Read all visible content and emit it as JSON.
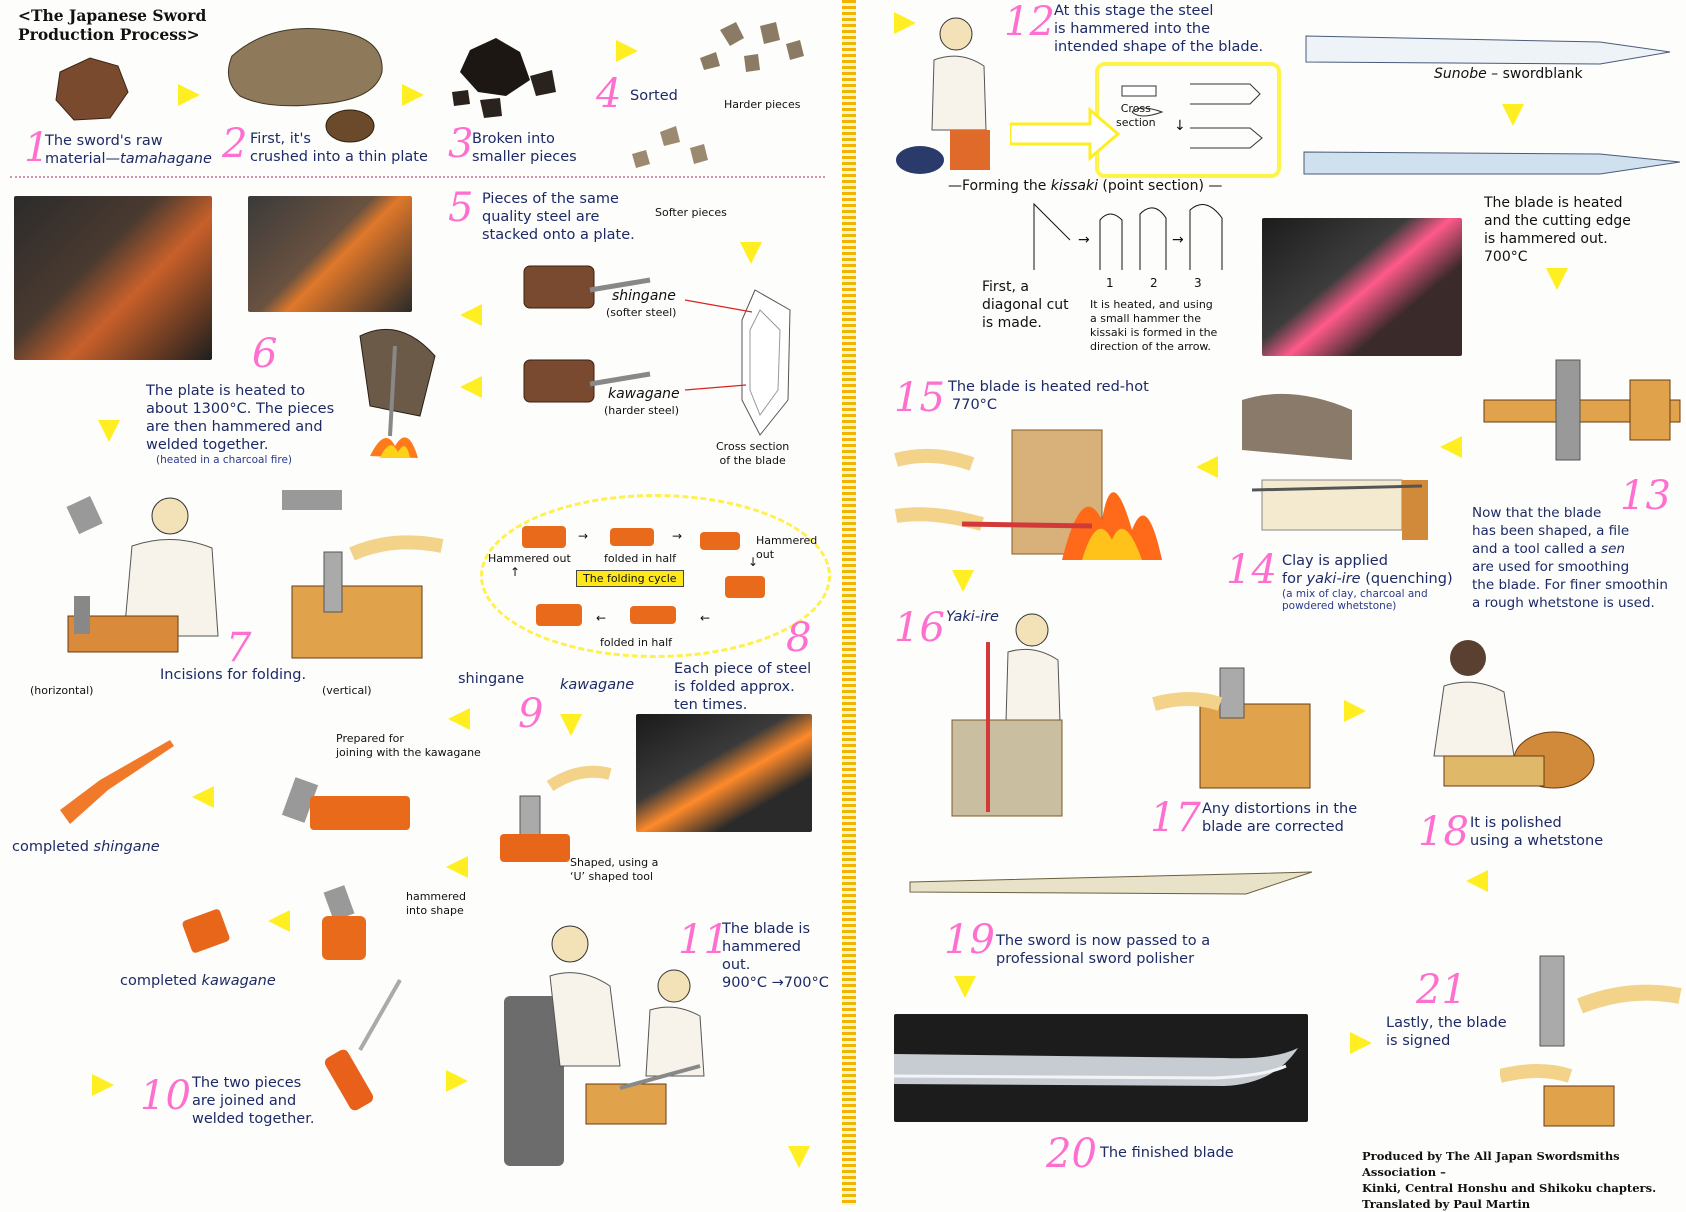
{
  "title": {
    "line1": "<The Japanese Sword",
    "line2": "Production Process>"
  },
  "steps": {
    "s1": {
      "num": "1",
      "text1": "The sword's raw",
      "text2": "material—",
      "text2i": "tamahagane"
    },
    "s2": {
      "num": "2",
      "text1": "First, it's",
      "text2": "crushed into a thin plate"
    },
    "s3": {
      "num": "3",
      "text1": "Broken into",
      "text2": "smaller pieces"
    },
    "s4": {
      "num": "4",
      "text": "Sorted",
      "harder": "Harder pieces",
      "softer": "Softer pieces"
    },
    "s5": {
      "num": "5",
      "l1": "Pieces of the same",
      "l2": "quality steel are",
      "l3": "stacked onto a plate.",
      "shingane": "shingane",
      "shingane_sub": "(softer steel)",
      "kawagane": "kawagane",
      "kawagane_sub": "(harder steel)",
      "cross1": "Cross section",
      "cross2": "of the blade"
    },
    "s6": {
      "num": "6",
      "l1": "The plate is heated to",
      "l2": "about 1300°C. The pieces",
      "l3": "are then hammered and",
      "l4": "welded together.",
      "note": "(heated in a charcoal fire)"
    },
    "s7": {
      "num": "7",
      "text": "Incisions for folding.",
      "horizontal": "(horizontal)",
      "vertical": "(vertical)"
    },
    "s8": {
      "num": "8",
      "l1": "Each piece of steel",
      "l2": "is folded approx.",
      "l3": "ten times.",
      "cycle": "The folding cycle",
      "hammered_out_l": "Hammered out",
      "folded_half_top": "folded in half",
      "hammered_out_r1": "Hammered",
      "hammered_out_r2": "out",
      "folded_half_bot": "folded in half"
    },
    "s9": {
      "num": "9",
      "shingane": "shingane",
      "kawagane": "kawagane",
      "prepared1": "Prepared for",
      "prepared2": "joining with the kawagane",
      "shaped1": "Shaped, using a",
      "shaped2": "‘U’ shaped tool",
      "hammered1": "hammered",
      "hammered2": "into shape",
      "completed_shingane_a": "completed ",
      "completed_shingane_b": "shingane",
      "completed_kawagane_a": "completed ",
      "completed_kawagane_b": "kawagane"
    },
    "s10": {
      "num": "10",
      "l1": "The two pieces",
      "l2": "are joined and",
      "l3": "welded together."
    },
    "s11": {
      "num": "11",
      "l1": "The blade is",
      "l2": "hammered",
      "l3": "out.",
      "l4": "900°C →700°C"
    },
    "s12": {
      "num": "12",
      "l1": "At this stage the steel",
      "l2": "is hammered into the",
      "l3": "intended shape of the blade.",
      "cross1": "Cross",
      "cross2": "section",
      "kissaki_a": "—Forming the ",
      "kissaki_b": "kissaki",
      "kissaki_c": " (point section) —",
      "sunobe_a": "Sunobe",
      "sunobe_b": " – swordblank",
      "diag1": "First, a",
      "diag2": "diagonal cut",
      "diag3": "is made.",
      "k1": "It is heated, and using",
      "k2": "a small hammer the",
      "k3": "kissaki is formed in the",
      "k4": "direction of the arrow.",
      "n1": "1",
      "n2": "2",
      "n3": "3",
      "heated1": "The blade is heated",
      "heated2": "and the cutting edge",
      "heated3": "is hammered out.",
      "heated4": "700°C"
    },
    "s13": {
      "num": "13",
      "l1": "Now that the blade",
      "l2": "has been shaped, a file",
      "l3a": "and a tool called a ",
      "l3b": "sen",
      "l4": "are used for smoothing",
      "l5": "the blade. For finer smoothin",
      "l6": "a rough whetstone is used."
    },
    "s14": {
      "num": "14",
      "l1": "Clay is applied",
      "l2a": "for ",
      "l2b": "yaki-ire",
      "l2c": " (quenching)",
      "n1": "(a mix of clay, charcoal and",
      "n2": "powdered whetstone)"
    },
    "s15": {
      "num": "15",
      "l1": "The blade is heated red-hot",
      "l2": "770°C"
    },
    "s16": {
      "num": "16",
      "text": "Yaki-ire"
    },
    "s17": {
      "num": "17",
      "l1": "Any distortions in the",
      "l2": "blade are corrected"
    },
    "s18": {
      "num": "18",
      "l1": "It is polished",
      "l2": "using a whetstone"
    },
    "s19": {
      "num": "19",
      "l1": "The sword is now passed to a",
      "l2": "professional sword polisher"
    },
    "s20": {
      "num": "20",
      "text": "The finished blade"
    },
    "s21": {
      "num": "21",
      "l1": "Lastly, the blade",
      "l2": "is signed"
    }
  },
  "credits": {
    "l1": "Produced by The All Japan Swordsmiths Association –",
    "l2": "Kinki, Central Honshu and Shikoku chapters.",
    "l3": "Translated by Paul Martin"
  },
  "colors": {
    "step_number": "#ff6fcf",
    "arrow": "#ffee22",
    "text": "#1d2a66",
    "divider": "#f2b400"
  }
}
